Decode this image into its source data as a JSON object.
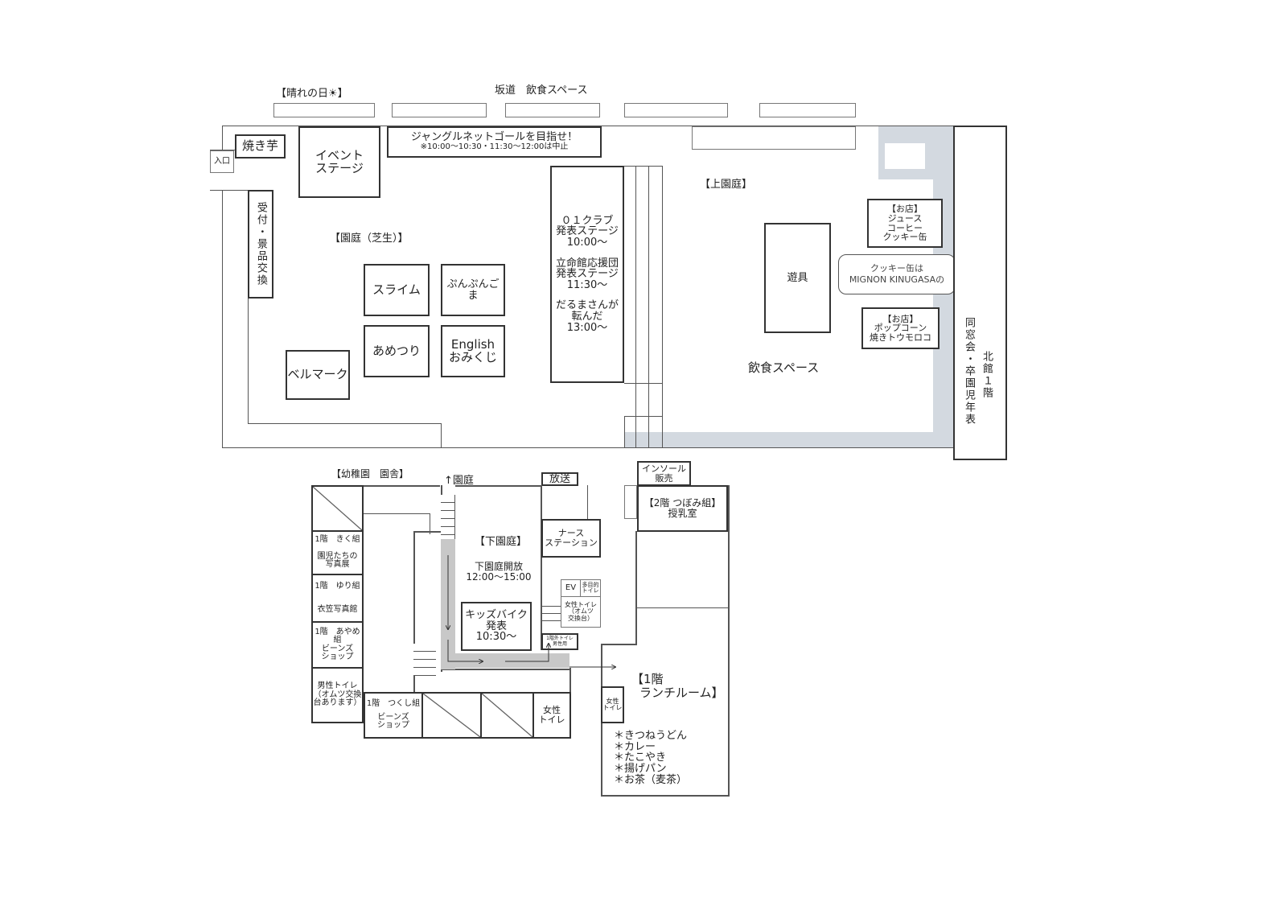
{
  "top": {
    "sunny": "【晴れの日☀】",
    "slope": "坂道　飲食スペース"
  },
  "upper": {
    "yakiimo": "焼き芋",
    "entrance": "入口",
    "event_stage": [
      "イベント",
      "ステージ"
    ],
    "jungle": [
      "ジャングルネットゴールを目指せ！",
      "※10:00〜10:30・11:30〜12:00は中止"
    ],
    "reception": "受付・景品交換",
    "garden_label": "【園庭（芝生）】",
    "slime": "スライム",
    "punpun": "ぷんぷんごま",
    "ametsuri": "あめつり",
    "english": [
      "English",
      "おみくじ"
    ],
    "bellmark": "ベルマーク",
    "stage_program": [
      "０１クラブ",
      "発表ステージ",
      "10:00〜",
      "立命館応援団",
      "発表ステージ",
      "11:30〜",
      "だるまさんが",
      "転んだ",
      "13:00〜"
    ],
    "upper_garden": "【上園庭】",
    "playground": "遊具",
    "food_space": "飲食スペース",
    "shop1": [
      "【お店】",
      "ジュース",
      "コーヒー",
      "クッキー缶"
    ],
    "bubble": [
      "クッキー缶は",
      "MIGNON KINUGASAの"
    ],
    "shop2": [
      "【お店】",
      "ポップコーン",
      "焼きトウモロコ"
    ],
    "north_building": "北館１階",
    "alumni": "同窓会・卒園児年表"
  },
  "lower": {
    "kindergarten": "【幼稚園　園舎】",
    "to_garden": "↑園庭",
    "broadcast": "放送",
    "insole": [
      "インソール",
      "販売"
    ],
    "kiku": [
      "1階　きく組",
      "園児たちの",
      "写真展"
    ],
    "yuri": [
      "1階　ゆり組",
      "衣笠写真館"
    ],
    "ayame": [
      "1階　あやめ組",
      "ビーンズ",
      "ショップ"
    ],
    "mens_toilet": [
      "男性トイレ",
      "（オムツ交換",
      "台あります）"
    ],
    "tsukushi": [
      "1階　つくし組",
      "ビーンズ",
      "ショップ"
    ],
    "womens_toilet": [
      "女性",
      "トイレ"
    ],
    "lower_garden": "【下園庭】",
    "lower_open": [
      "下園庭開放",
      "12:00〜15:00"
    ],
    "kids_bike": [
      "キッズバイク",
      "発表",
      "10:30〜"
    ],
    "nurse": [
      "ナース",
      "ステーション"
    ],
    "ev": "EV",
    "multi_toilet": [
      "多目的",
      "トイレ"
    ],
    "womens_toilet2": [
      "女性トイレ",
      "（オムツ",
      "交換台）"
    ],
    "outer_toilet": [
      "1階外トイレ",
      "男性用"
    ],
    "nursing": [
      "【2階 つぼみ組】",
      "授乳室"
    ],
    "lunch": [
      "【1階",
      "ランチルーム】"
    ],
    "womens_toilet3": [
      "女性",
      "トイレ"
    ],
    "menu": [
      "＊きつねうどん",
      "＊カレー",
      "＊たこやき",
      "＊揚げパン",
      "＊お茶（麦茶）"
    ]
  }
}
